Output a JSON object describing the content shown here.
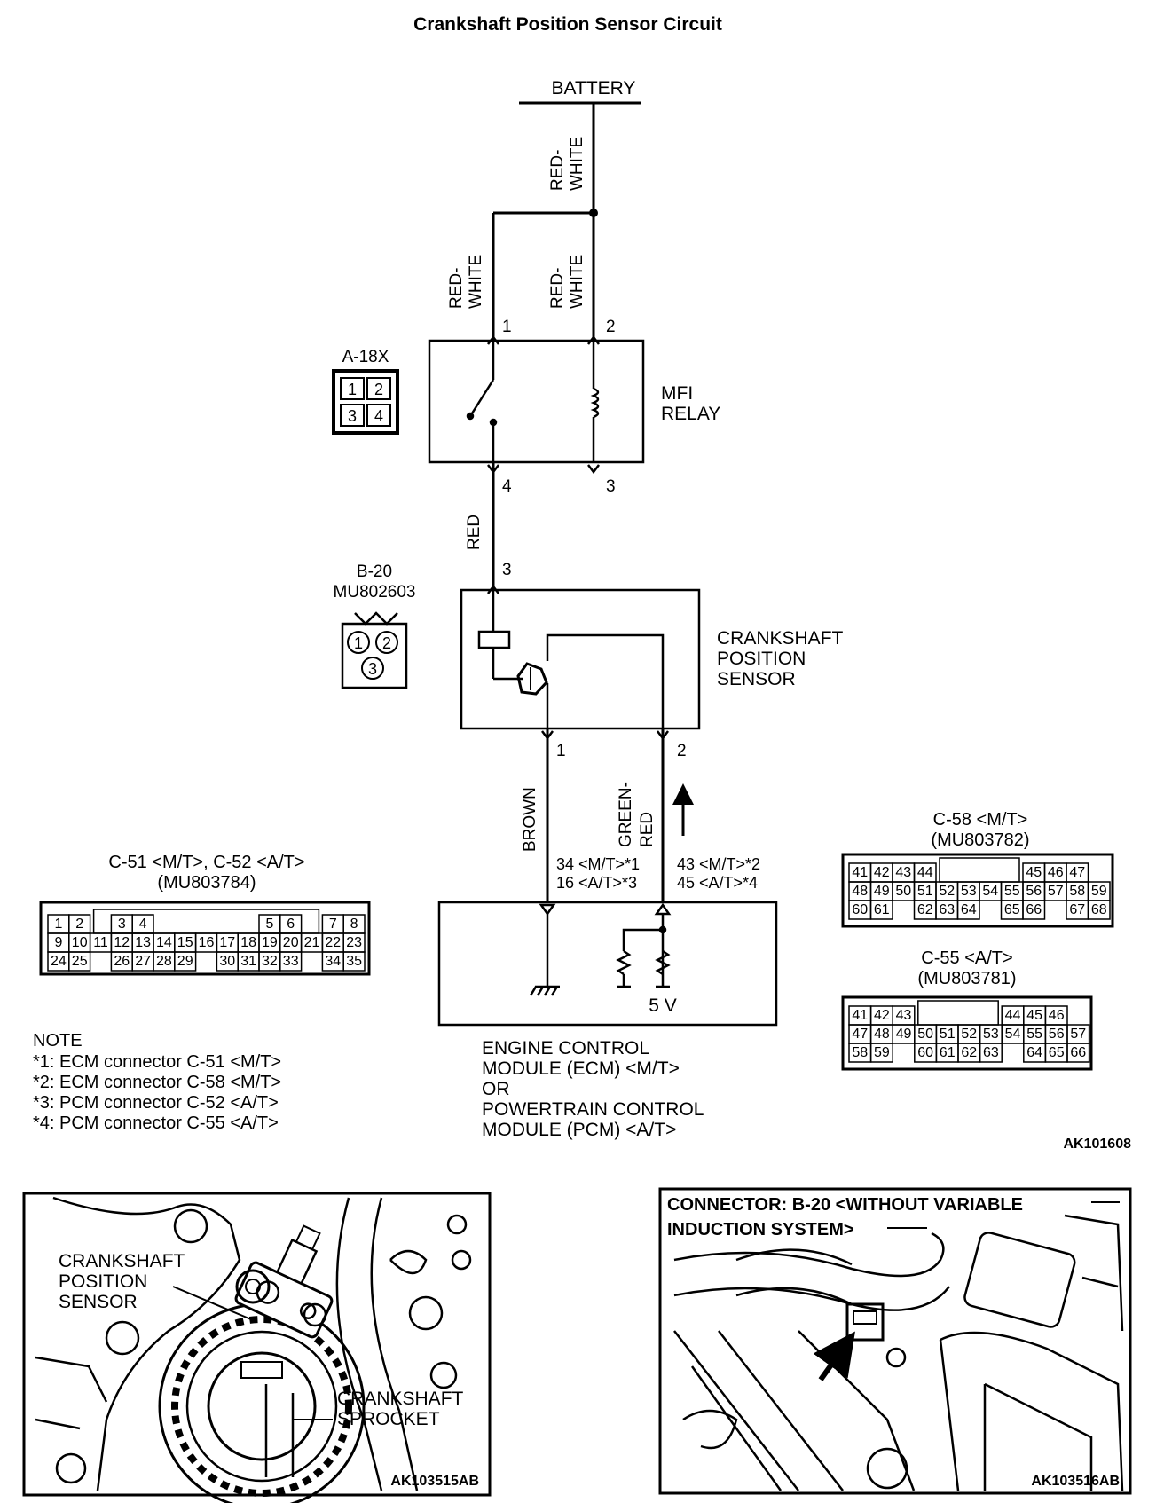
{
  "title": "Crankshaft Position Sensor Circuit",
  "battery": "BATTERY",
  "wires": {
    "red_white_top": [
      "RED-",
      "WHITE"
    ],
    "red_white_left": [
      "RED-",
      "WHITE"
    ],
    "red_white_right": [
      "RED-",
      "WHITE"
    ],
    "red": "RED",
    "brown": "BROWN",
    "green_red": [
      "GREEN-",
      "RED"
    ]
  },
  "relay": {
    "name": [
      "MFI",
      "RELAY"
    ],
    "pin1": "1",
    "pin2": "2",
    "pin3": "3",
    "pin4": "4",
    "connector": "A-18X",
    "connector_pins": [
      "1",
      "2",
      "3",
      "4"
    ]
  },
  "sensor": {
    "name": [
      "CRANKSHAFT",
      "POSITION",
      "SENSOR"
    ],
    "pin3": "3",
    "pin1": "1",
    "pin2": "2",
    "connector": "B-20",
    "part": "MU802603",
    "connector_pins": [
      "1",
      "2",
      "3"
    ]
  },
  "ecm": {
    "term_left": [
      "34 <M/T>*1",
      "16 <A/T>*3"
    ],
    "term_right": [
      "43 <M/T>*2",
      "45 <A/T>*4"
    ],
    "voltage": "5 V",
    "name": [
      "ENGINE CONTROL",
      "MODULE (ECM) <M/T>",
      "OR",
      "POWERTRAIN CONTROL",
      "MODULE (PCM) <A/T>"
    ]
  },
  "c51": {
    "title": "C-51 <M/T>, C-52 <A/T>",
    "part": "(MU803784)",
    "rows": [
      [
        "1",
        "2",
        "",
        "3",
        "4",
        "",
        "",
        "",
        "",
        "",
        "5",
        "6",
        "",
        "7",
        "8"
      ],
      [
        "9",
        "10",
        "11",
        "12",
        "13",
        "14",
        "15",
        "16",
        "17",
        "18",
        "19",
        "20",
        "21",
        "22",
        "23"
      ],
      [
        "24",
        "25",
        "",
        "26",
        "27",
        "28",
        "29",
        "",
        "30",
        "31",
        "32",
        "33",
        "",
        "34",
        "35"
      ]
    ]
  },
  "c58": {
    "title": "C-58 <M/T>",
    "part": "(MU803782)",
    "rows": [
      [
        "41",
        "42",
        "43",
        "44",
        "",
        "",
        "",
        "",
        "45",
        "46",
        "47"
      ],
      [
        "48",
        "49",
        "50",
        "51",
        "52",
        "53",
        "54",
        "55",
        "56",
        "57",
        "58",
        "59"
      ],
      [
        "60",
        "61",
        "",
        "62",
        "63",
        "64",
        "",
        "65",
        "66",
        "",
        "67",
        "68"
      ]
    ]
  },
  "c55": {
    "title": "C-55 <A/T>",
    "part": "(MU803781)",
    "rows": [
      [
        "41",
        "42",
        "43",
        "",
        "",
        "",
        "",
        "44",
        "45",
        "46"
      ],
      [
        "47",
        "48",
        "49",
        "50",
        "51",
        "52",
        "53",
        "54",
        "55",
        "56",
        "57"
      ],
      [
        "58",
        "59",
        "",
        "60",
        "61",
        "62",
        "63",
        "",
        "64",
        "65",
        "66"
      ]
    ]
  },
  "note": {
    "heading": "NOTE",
    "lines": [
      "*1: ECM connector C-51 <M/T>",
      "*2: ECM connector C-58 <M/T>",
      "*3: PCM connector C-52 <A/T>",
      "*4: PCM connector C-55 <A/T>"
    ]
  },
  "fig_code_main": "AK101608",
  "photo_left": {
    "labels": [
      "CRANKSHAFT",
      "POSITION",
      "SENSOR"
    ],
    "sprocket": [
      "CRANKSHAFT",
      "SPROCKET"
    ],
    "code": "AK103515AB"
  },
  "photo_right": {
    "title": [
      "CONNECTOR: B-20 <WITHOUT VARIABLE",
      "INDUCTION SYSTEM>"
    ],
    "code": "AK103516AB"
  }
}
